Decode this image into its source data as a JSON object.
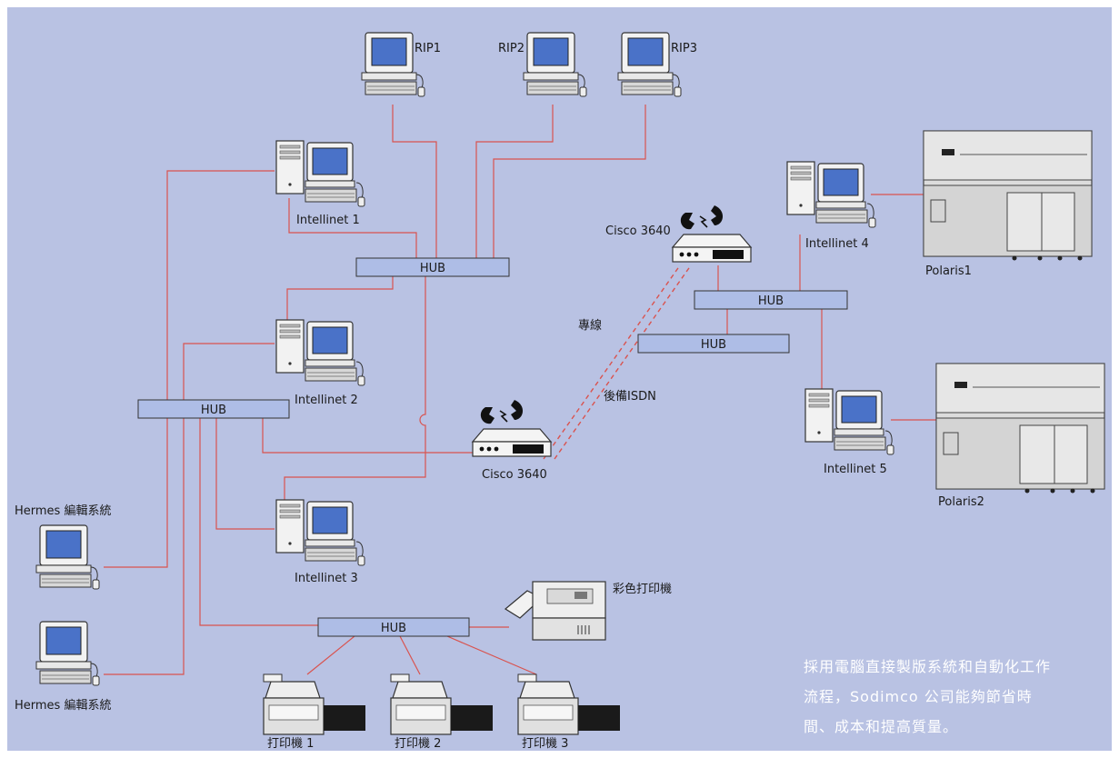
{
  "colors": {
    "background": "#b9c2e3",
    "wire": "#d9534f",
    "hub": "#aebde6",
    "screen": "#4a72c8",
    "device_body": "#f2f2f2",
    "printer_body": "#e0e0e0"
  },
  "hubs": {
    "hub_top": "HUB",
    "hub_left": "HUB",
    "hub_bottom": "HUB",
    "hub_right_upper": "HUB",
    "hub_right_lower": "HUB"
  },
  "workstations": {
    "rip1": "RIP1",
    "rip2": "RIP2",
    "rip3": "RIP3",
    "intellinet1": "Intellinet 1",
    "intellinet2": "Intellinet 2",
    "intellinet3": "Intellinet 3",
    "intellinet4": "Intellinet 4",
    "intellinet5": "Intellinet 5",
    "hermes_top": "Hermes 編輯系統",
    "hermes_bottom": "Hermes 編輯系統"
  },
  "routers": {
    "router_left": "Cisco 3640",
    "router_right": "Cisco 3640"
  },
  "links": {
    "leased_line": "專線",
    "backup_isdn": "後備ISDN"
  },
  "platesetters": {
    "polaris1": "Polaris1",
    "polaris2": "Polaris2"
  },
  "printers": {
    "color_printer": "彩色打印機",
    "printer1": "打印機 1",
    "printer2": "打印機 2",
    "printer3": "打印機 3"
  },
  "caption": {
    "line1": "採用電腦直接製版系統和自動化工作",
    "line2": "流程，Sodimco 公司能夠節省時",
    "line3": "間、成本和提高質量。"
  }
}
